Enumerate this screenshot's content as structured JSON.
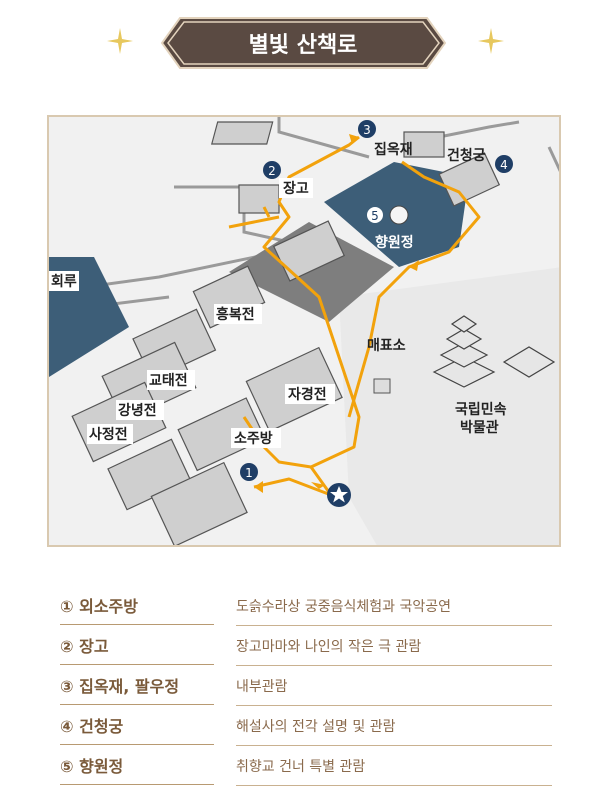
{
  "title": "별빛 산책로",
  "colors": {
    "title_bg": "#5a4a42",
    "title_border": "#e3d3bd",
    "route": "#f2a20c",
    "marker": "#1f3e66",
    "pond": "#3d5e78",
    "frame": "#d9c9b0",
    "legend_text": "#7a5a3a",
    "sparkle": "#e7c85e"
  },
  "map": {
    "labels": {
      "janggo": "장고",
      "jipokjae": "집옥재",
      "geoncheonggung": "건청궁",
      "hyangwonjeong": "향원정",
      "heungbokjeon": "흥복전",
      "maepyoso": "매표소",
      "gyotaejeon": "교태전",
      "jagyeongjeon": "자경전",
      "gangnyeongjeon": "강녕전",
      "museum_line1": "국립민속",
      "museum_line2": "박물관",
      "sajeongjeon": "사정전",
      "sojubang": "소주방",
      "gyeonghoeru_partial": "회루"
    },
    "markers": [
      "1",
      "2",
      "3",
      "4",
      "5"
    ],
    "start_icon": "star-icon"
  },
  "legend": [
    {
      "name": "① 외소주방",
      "desc": "도슭수라상 궁중음식체험과 국악공연"
    },
    {
      "name": "② 장고",
      "desc": "장고마마와 나인의 작은 극 관람"
    },
    {
      "name": "③ 집옥재, 팔우정",
      "desc": "내부관람"
    },
    {
      "name": "④ 건청궁",
      "desc": "해설사의 전각 설명 및 관람"
    },
    {
      "name": "⑤ 향원정",
      "desc": "취향교 건너 특별 관람"
    }
  ]
}
